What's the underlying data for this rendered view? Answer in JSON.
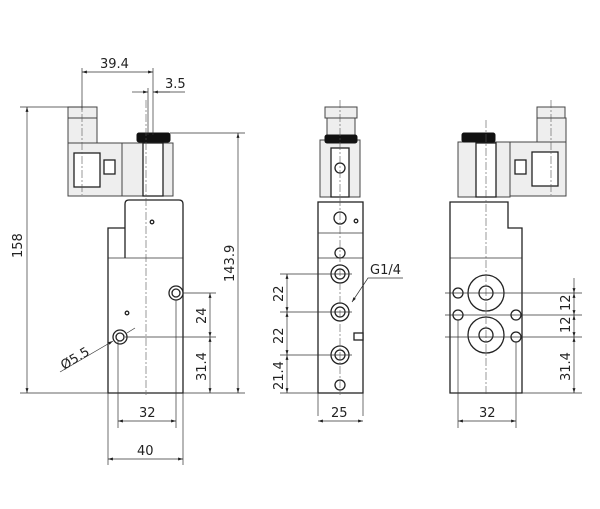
{
  "drawing": {
    "left_view": {
      "d_39_4": "39.4",
      "d_3_5": "3.5",
      "d_158": "158",
      "d_143_9": "143.9",
      "d_24": "24",
      "d_31_4": "31.4",
      "d_32": "32",
      "d_40": "40",
      "d_hole": "Ø5.5"
    },
    "middle_view": {
      "d_22a": "22",
      "d_22b": "22",
      "d_21_4": "21.4",
      "d_25": "25",
      "port": "G1/4"
    },
    "right_view": {
      "d_12a": "12",
      "d_12b": "12",
      "d_31_4": "31.4",
      "d_32": "32"
    }
  }
}
